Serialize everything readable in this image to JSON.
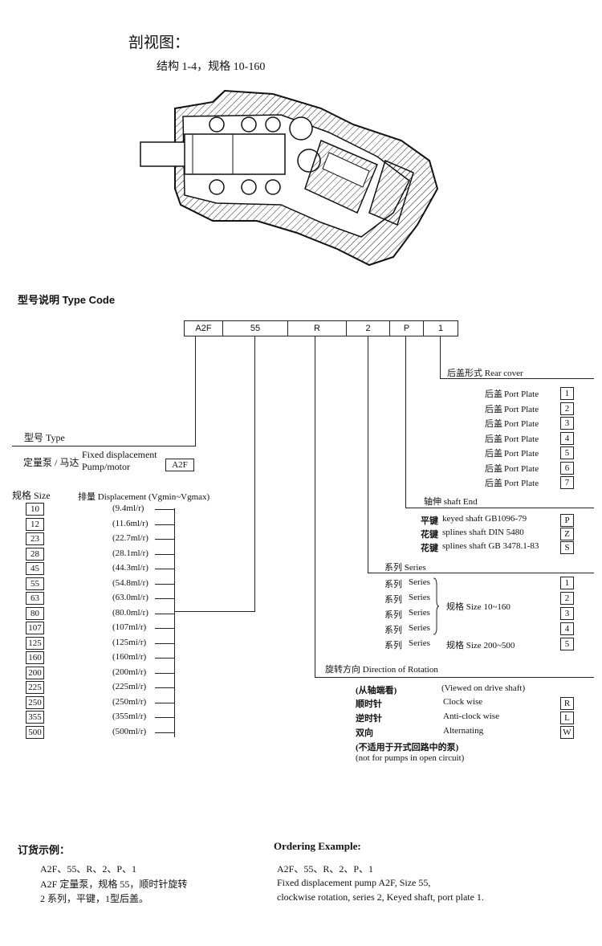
{
  "header": {
    "title": "剖视图：",
    "subtitle": "结构 1-4，规格 10-160"
  },
  "type_code_heading": "型号说明 Type Code",
  "code": [
    "A2F",
    "55",
    "R",
    "2",
    "P",
    "1"
  ],
  "type_section": {
    "label": "型号 Type",
    "pump_cn": "定量泵 / 马达",
    "pump_en1": "Fixed displacement",
    "pump_en2": "Pump/motor",
    "pump_code": "A2F"
  },
  "size_section": {
    "size_label": "规格 Size",
    "disp_label_cn": "排量",
    "disp_label_en": "Displacement (Vgmin~Vgmax)",
    "sizes": [
      "10",
      "12",
      "23",
      "28",
      "45",
      "55",
      "63",
      "80",
      "107",
      "125",
      "160",
      "200",
      "225",
      "250",
      "355",
      "500"
    ],
    "displacements": [
      "(9.4ml/r)",
      "(11.6ml/r)",
      "(22.7ml/r)",
      "(28.1ml/r)",
      "(44.3ml/r)",
      "(54.8ml/r)",
      "(63.0ml/r)",
      "(80.0ml/r)",
      "(107ml/r)",
      "(125mi/r)",
      "(160ml/r)",
      "(200ml/r)",
      "(225ml/r)",
      "(250ml/r)",
      "(355ml/r)",
      "(500ml/r)"
    ]
  },
  "rear_cover": {
    "label_cn": "后盖形式",
    "label_en": "Rear cover",
    "items": [
      {
        "cn": "后盖",
        "en": "Port Plate",
        "code": "1"
      },
      {
        "cn": "后盖",
        "en": "Port Plate",
        "code": "2"
      },
      {
        "cn": "后盖",
        "en": "Port Plate",
        "code": "3"
      },
      {
        "cn": "后盖",
        "en": "Port Plate",
        "code": "4"
      },
      {
        "cn": "后盖",
        "en": "Port Plate",
        "code": "5"
      },
      {
        "cn": "后盖",
        "en": "Port Plate",
        "code": "6"
      },
      {
        "cn": "后盖",
        "en": "Port Plate",
        "code": "7"
      }
    ]
  },
  "shaft_end": {
    "label_cn": "轴伸",
    "label_en": "shaft End",
    "items": [
      {
        "cn": "平键",
        "en": "keyed shaft GB1096-79",
        "code": "P"
      },
      {
        "cn": "花键",
        "en": "splines shaft DIN 5480",
        "code": "Z"
      },
      {
        "cn": "花键",
        "en": "splines shaft GB 3478.1-83",
        "code": "S"
      }
    ]
  },
  "series": {
    "label_cn": "系列",
    "label_en": "Series",
    "items": [
      {
        "cn": "系列",
        "en": "Series",
        "code": "1"
      },
      {
        "cn": "系列",
        "en": "Series",
        "code": "2"
      },
      {
        "cn": "系列",
        "en": "Series",
        "code": "3"
      },
      {
        "cn": "系列",
        "en": "Series",
        "code": "4"
      },
      {
        "cn": "系列",
        "en": "Series",
        "code": "5"
      }
    ],
    "size_group1_cn": "规格",
    "size_group1_en": "Size 10~160",
    "size_group2_cn": "规格",
    "size_group2_en": "Size 200~500"
  },
  "rotation": {
    "label_cn": "旋转方向",
    "label_en": "Direction of Rotation",
    "view_cn": "(从轴端看)",
    "view_en": "(Viewed on drive shaft)",
    "items": [
      {
        "cn": "顺时针",
        "en": "Clock wise",
        "code": "R"
      },
      {
        "cn": "逆时针",
        "en": "Anti-clock wise",
        "code": "L"
      },
      {
        "cn": "双向",
        "en": "Alternating",
        "code": "W"
      }
    ],
    "note_cn": "(不适用于开式回路中的泵)",
    "note_en": "(not for pumps in open circuit)"
  },
  "ordering_cn": {
    "title": "订货示例：",
    "line1": "A2F、55、R、2、P、1",
    "line2": "A2F 定量泵，规格 55，顺时针旋转",
    "line3": "2 系列，平键，1型后盖。"
  },
  "ordering_en": {
    "title": "Ordering Example:",
    "line1": "A2F、55、R、2、P、1",
    "line2": "Fixed displacement pump A2F, Size 55,",
    "line3": "clockwise rotation, series 2, Keyed shaft, port plate 1."
  }
}
